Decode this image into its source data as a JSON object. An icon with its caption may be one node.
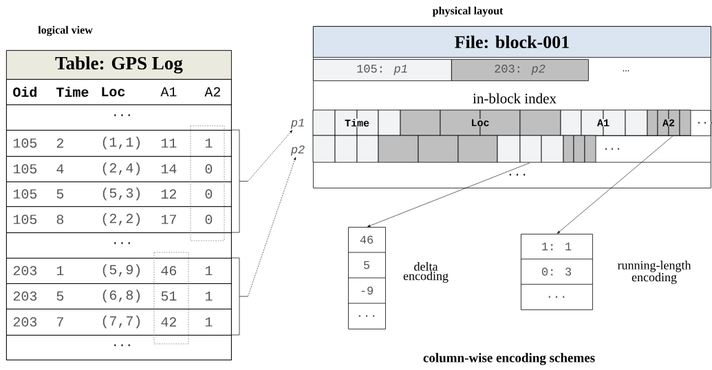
{
  "diagram": {
    "nodes": [
      {
        "text": [
          "Table: GPS Log"
        ],
        "beside": [
          "logical view"
        ]
      },
      {
        "text": [
          "Oid",
          "Time",
          "Loc",
          "A1",
          "A2"
        ],
        "in": 0
      },
      {
        "text": [
          "..."
        ],
        "in": 0
      },
      {
        "text": [
          "105",
          "2",
          "(1,1)",
          "11",
          "1"
        ],
        "in": 0
      },
      {
        "text": [
          "105",
          "4",
          "(2,4)",
          "14",
          "0"
        ],
        "in": 0
      },
      {
        "text": [
          "105",
          "5",
          "(5,3)",
          "12",
          "0"
        ],
        "in": 0
      },
      {
        "text": [
          "105",
          "8",
          "(2,2)",
          "17",
          "0"
        ],
        "in": 0
      },
      {
        "text": [
          "..."
        ],
        "in": 0
      },
      {
        "text": [
          "203",
          "1",
          "(5,9)",
          "46",
          "1"
        ],
        "in": 0
      },
      {
        "text": [
          "203",
          "5",
          "(6,8)",
          "51",
          "1"
        ],
        "in": 0
      },
      {
        "text": [
          "203",
          "7",
          "(7,7)",
          "42",
          "1"
        ],
        "in": 0
      },
      {
        "text": [
          "..."
        ],
        "in": 0
      },
      {
        "text": [
          "File: block-001"
        ],
        "beside": [
          "physical layout"
        ]
      },
      {
        "text": [
          "105: *p1*"
        ],
        "in": 12
      },
      {
        "text": [
          "203: *p2*"
        ],
        "in": 12
      },
      {
        "text": [
          "Time",
          "Loc",
          "A1",
          "A2",
          "..."
        ],
        "in": 12
      },
      {
        "text": [
          "..."
        ],
        "in": 12
      },
      {
        "text": [
          "p1"
        ]
      },
      {
        "text": [
          "p2"
        ]
      },
      {
        "text": [
          "46",
          "5",
          "-9",
          "..."
        ],
        "beside": [
          "delta encoding"
        ]
      },
      {
        "text": [
          "1: 1",
          "0: 3",
          "..."
        ],
        "beside": [
          "running-length encoding"
        ]
      },
      {
        "text": [],
        "shape": "bracket"
      },
      {
        "text": [],
        "shape": "bracket"
      }
    ],
    "edges": [
      {
        "from": 21,
        "to": 17,
        "arrow": "to",
        "style": "dashed"
      },
      {
        "from": 22,
        "to": 18,
        "arrow": "to",
        "style": "dashed"
      },
      {
        "from": 16,
        "to": 19,
        "arrow": "to"
      },
      {
        "from": 15,
        "to": 20,
        "arrow": "to"
      }
    ],
    "labels": [
      "...",
      "in-block index",
      "...",
      "column-wise encoding schemes"
    ]
  }
}
